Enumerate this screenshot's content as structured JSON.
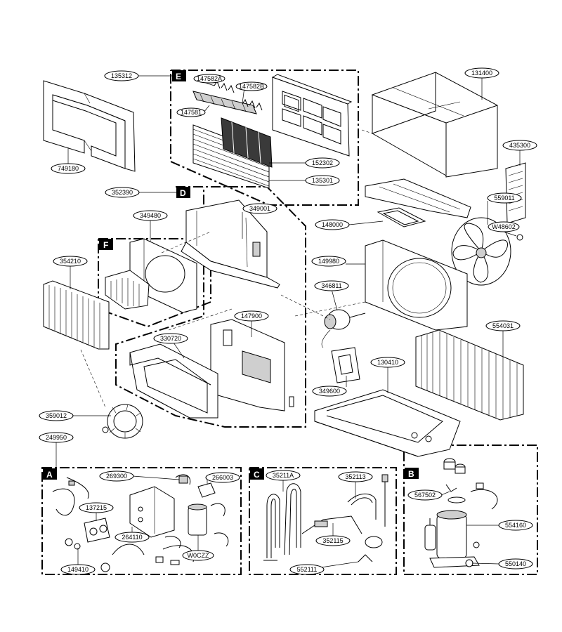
{
  "groups": [
    {
      "id": "E",
      "label": "E"
    },
    {
      "id": "D",
      "label": "D"
    },
    {
      "id": "F",
      "label": "F"
    },
    {
      "id": "A",
      "label": "A"
    },
    {
      "id": "C",
      "label": "C"
    },
    {
      "id": "B",
      "label": "B"
    }
  ],
  "parts": [
    {
      "label": "135312"
    },
    {
      "label": "147582A"
    },
    {
      "label": "147582B"
    },
    {
      "label": "147581"
    },
    {
      "label": "749180"
    },
    {
      "label": "152302"
    },
    {
      "label": "135301"
    },
    {
      "label": "131400"
    },
    {
      "label": "435300"
    },
    {
      "label": "352390"
    },
    {
      "label": "349480"
    },
    {
      "label": "349001"
    },
    {
      "label": "148000"
    },
    {
      "label": "559011"
    },
    {
      "label": "W48602"
    },
    {
      "label": "354210"
    },
    {
      "label": "149980"
    },
    {
      "label": "346811"
    },
    {
      "label": "147900"
    },
    {
      "label": "330720"
    },
    {
      "label": "554031"
    },
    {
      "label": "130410"
    },
    {
      "label": "349600"
    },
    {
      "label": "359012"
    },
    {
      "label": "249950"
    },
    {
      "label": "269300"
    },
    {
      "label": "266003"
    },
    {
      "label": "137215"
    },
    {
      "label": "264110"
    },
    {
      "label": "149410"
    },
    {
      "label": "W0CZZ"
    },
    {
      "label": "35211A"
    },
    {
      "label": "352113"
    },
    {
      "label": "352115"
    },
    {
      "label": "552111"
    },
    {
      "label": "567502"
    },
    {
      "label": "554160"
    },
    {
      "label": "550140"
    }
  ]
}
